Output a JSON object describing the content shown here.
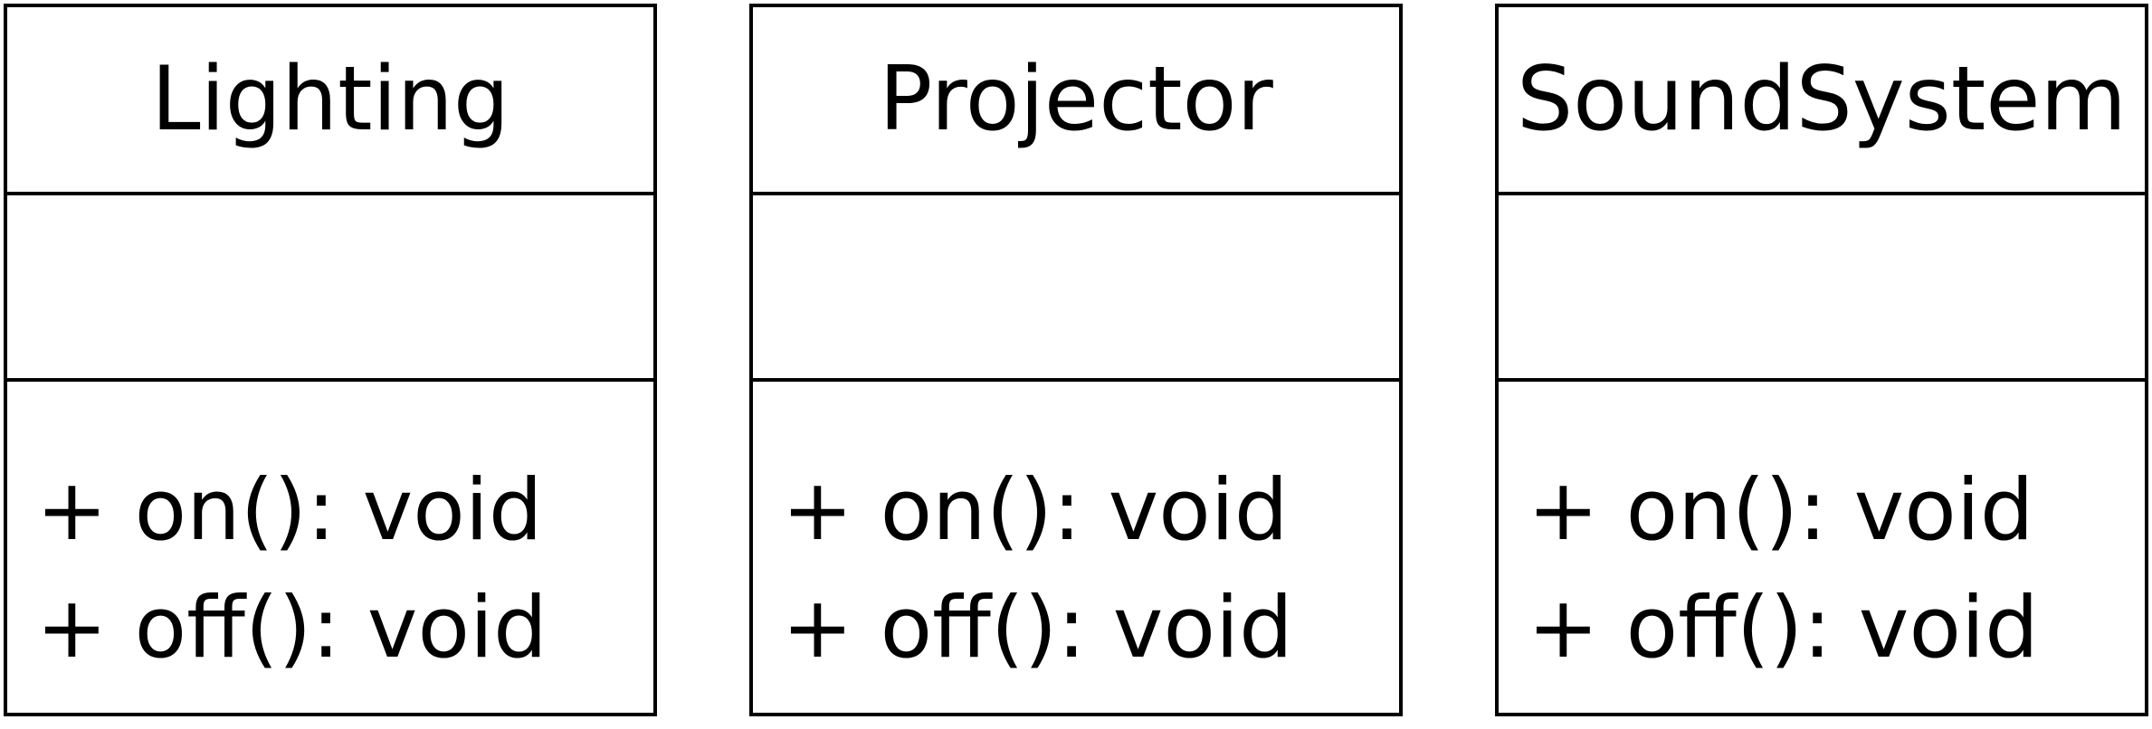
{
  "diagram": {
    "classes": [
      {
        "name": "Lighting",
        "attributes": [],
        "operations": [
          "+ on(): void",
          "+ off(): void"
        ]
      },
      {
        "name": "Projector",
        "attributes": [],
        "operations": [
          "+ on(): void",
          "+ off(): void"
        ]
      },
      {
        "name": "SoundSystem",
        "attributes": [],
        "operations": [
          "+ on(): void",
          "+ off(): void"
        ]
      }
    ]
  }
}
